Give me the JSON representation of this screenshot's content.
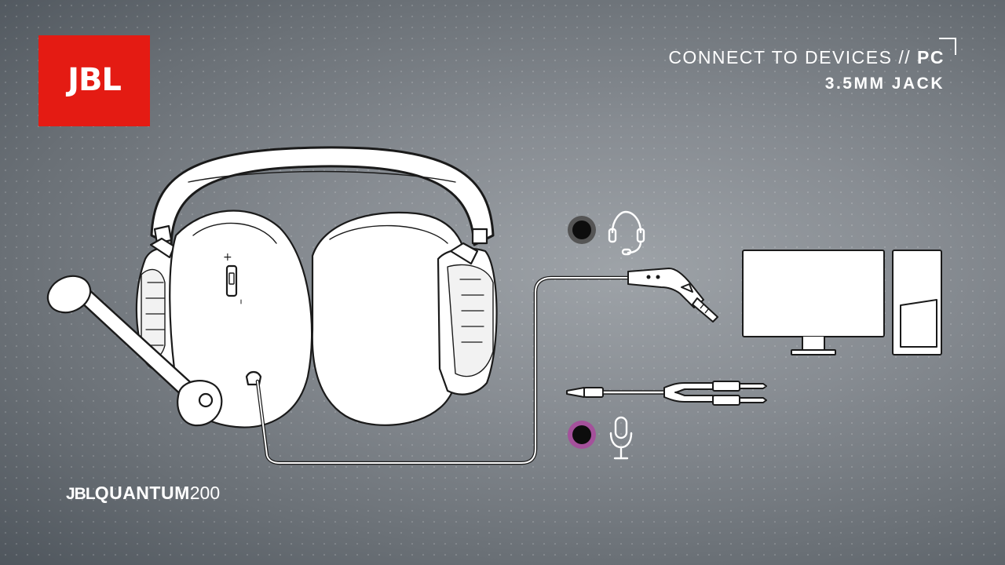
{
  "brand_logo": {
    "text": "JBL",
    "color": "#e41b13"
  },
  "heading": {
    "line1_prefix": "CONNECT TO DEVICES // ",
    "line1_bold": "PC",
    "line2": "3.5MM JACK"
  },
  "product_mark": {
    "brand": "JBL",
    "line": "QUANTUM",
    "model": "200"
  },
  "ports": [
    {
      "name": "headphone-port",
      "icon": "headset-icon",
      "ring_color": "#555555"
    },
    {
      "name": "microphone-port",
      "icon": "microphone-icon",
      "ring_color": "#a4519b"
    }
  ],
  "headset_controls": {
    "plus": "+",
    "minus": "–"
  }
}
